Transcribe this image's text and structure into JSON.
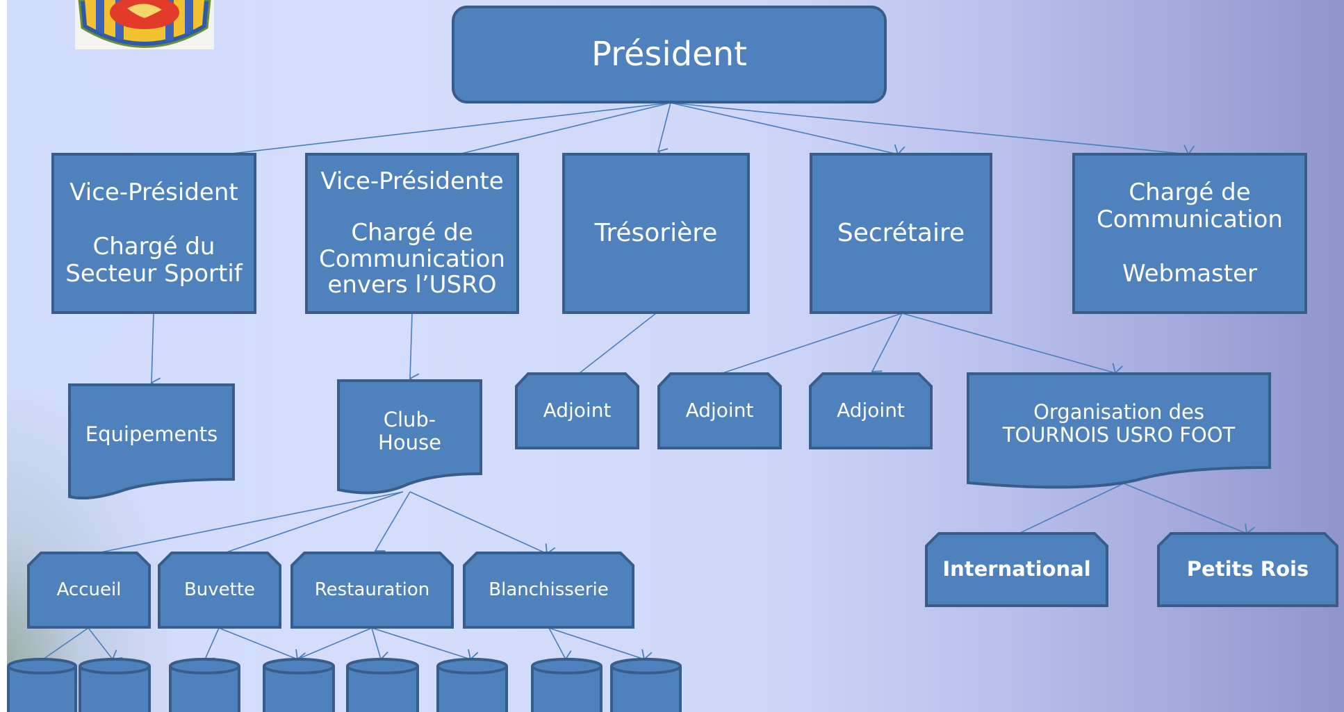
{
  "president": "Président",
  "level1": [
    {
      "title": "Vice-Président\n\nChargé du\nSecteur Sportif"
    },
    {
      "title": "Vice-Présidente\n\nChargé de\nCommunication\nenvers l’USRO"
    },
    {
      "title": "Trésorière"
    },
    {
      "title": "Secrétaire"
    },
    {
      "title": "Chargé de\nCommunication\n\nWebmaster"
    }
  ],
  "level2": {
    "equipements": "Equipements",
    "club_house": "Club-\nHouse",
    "adjoints": [
      "Adjoint",
      "Adjoint",
      "Adjoint"
    ],
    "tournois": "Organisation des\nTOURNOIS USRO FOOT"
  },
  "club_house_units": [
    "Accueil",
    "Buvette",
    "Restauration",
    "Blanchisserie"
  ],
  "tournois_units": [
    "International",
    "Petits Rois"
  ],
  "colors": {
    "box_fill": "#4f81bd",
    "box_border": "#385d8a",
    "connector": "#4a7ebb",
    "text": "#ffffff"
  },
  "icons": {
    "logo": "club-crest-logo",
    "storage": "cylinder-storage-icon"
  }
}
